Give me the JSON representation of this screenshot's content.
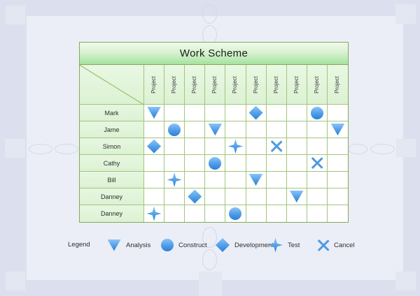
{
  "table": {
    "title": "Work Scheme",
    "columns": [
      "Project",
      "Project",
      "Project",
      "Project",
      "Project",
      "Project",
      "Project",
      "Project",
      "Project",
      "Project"
    ],
    "rows": [
      {
        "name": "Mark",
        "cells": {
          "1": "analysis",
          "6": "development",
          "9": "construct"
        }
      },
      {
        "name": "Jame",
        "cells": {
          "2": "construct",
          "4": "analysis",
          "10": "analysis"
        }
      },
      {
        "name": "Simon",
        "cells": {
          "1": "development",
          "5": "test",
          "7": "cancel"
        }
      },
      {
        "name": "Cathy",
        "cells": {
          "4": "construct",
          "9": "cancel"
        }
      },
      {
        "name": "Bill",
        "cells": {
          "2": "test",
          "6": "analysis"
        }
      },
      {
        "name": "Danney",
        "cells": {
          "3": "development",
          "8": "analysis"
        }
      },
      {
        "name": "Danney",
        "cells": {
          "1": "test",
          "5": "construct"
        }
      }
    ]
  },
  "legend": {
    "label": "Legend",
    "items": [
      {
        "symbol": "analysis",
        "label": "Analysis"
      },
      {
        "symbol": "construct",
        "label": "Construct"
      },
      {
        "symbol": "development",
        "label": "Development"
      },
      {
        "symbol": "test",
        "label": "Test"
      },
      {
        "symbol": "cancel",
        "label": "Cancel"
      }
    ]
  },
  "colors": {
    "canvas_bg": "#dce0ee",
    "page_bg": "#ebeef6",
    "table_border": "#86a95b",
    "grid_line": "#a3c47e",
    "header_green_top": "#f0faec",
    "header_green_bottom": "#a5e3a0",
    "cell_green": "#e0f4d8",
    "symbol_blue_light": "#8cc3f7",
    "symbol_blue_dark": "#2c7fd7",
    "cancel_blue": "#4f9ae0"
  }
}
